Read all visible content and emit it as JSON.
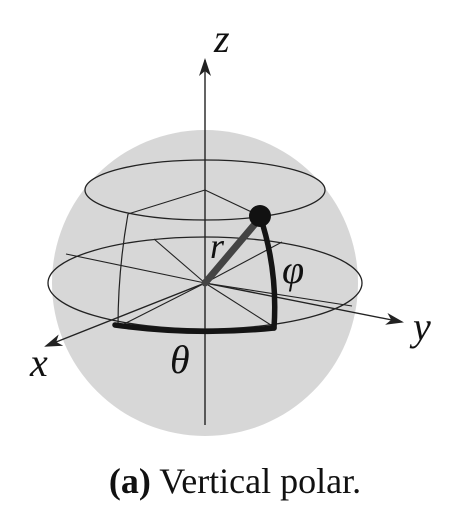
{
  "figure": {
    "labels": {
      "z": "z",
      "y": "y",
      "x": "x",
      "r": "r",
      "phi": "φ",
      "theta": "θ"
    },
    "caption": {
      "label": "(a)",
      "text": "Vertical polar."
    },
    "colors": {
      "sphere_fill": "#d7d7d7",
      "line": "#222222",
      "thick": "#141414"
    }
  }
}
